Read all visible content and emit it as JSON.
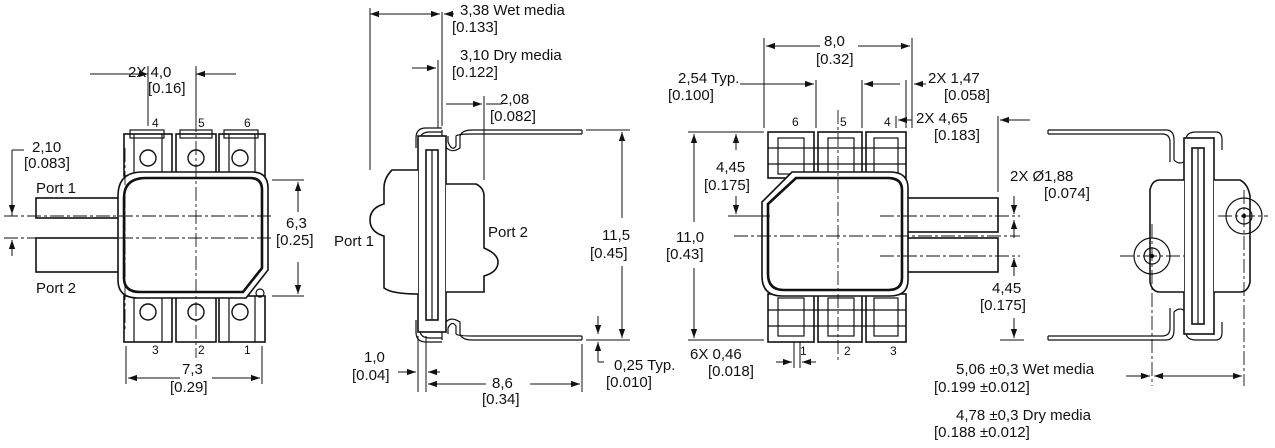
{
  "view1": {
    "dim_top": "2X 4,0",
    "dim_top_in": "[0.16]",
    "dim_left": "2,10",
    "dim_left_in": "[0.083]",
    "port1": "Port 1",
    "port2": "Port 2",
    "dim_right": "6,3",
    "dim_right_in": "[0.25]",
    "dim_bottom": "7,3",
    "dim_bottom_in": "[0.29]",
    "pins_top": [
      "4",
      "5",
      "6"
    ],
    "pins_bottom": [
      "3",
      "2",
      "1"
    ]
  },
  "view2": {
    "wet": "3,38 Wet media",
    "wet_in": "[0.133]",
    "dry": "3,10 Dry media",
    "dry_in": "[0.122]",
    "d208": "2,08",
    "d208_in": "[0.082]",
    "port1": "Port 1",
    "port2": "Port 2",
    "h": "11,5",
    "h_in": "[0.45]",
    "d10": "1,0",
    "d10_in": "[0.04]",
    "d86": "8,6",
    "d86_in": "[0.34]",
    "d025": "0,25 Typ.",
    "d025_in": "[0.010]"
  },
  "view3": {
    "w": "8,0",
    "w_in": "[0.32]",
    "typ": "2,54 Typ.",
    "typ_in": "[0.100]",
    "d147": "2X 1,47",
    "d147_in": "[0.058]",
    "d465": "2X 4,65",
    "d465_in": "[0.183]",
    "d445a": "4,45",
    "d445a_in": "[0.175]",
    "dia": "2X Ø1,88",
    "dia_in": "[0.074]",
    "h": "11,0",
    "h_in": "[0.43]",
    "d445b": "4,45",
    "d445b_in": "[0.175]",
    "d046": "6X 0,46",
    "d046_in": "[0.018]",
    "pins_top": [
      "6",
      "5",
      "4"
    ],
    "pins_bottom": [
      "1",
      "2",
      "3"
    ]
  },
  "view4": {
    "wet": "5,06 ±0,3 Wet media",
    "wet_in": "[0.199 ±0.012]",
    "dry": "4,78 ±0,3 Dry media",
    "dry_in": "[0.188 ±0.012]"
  }
}
